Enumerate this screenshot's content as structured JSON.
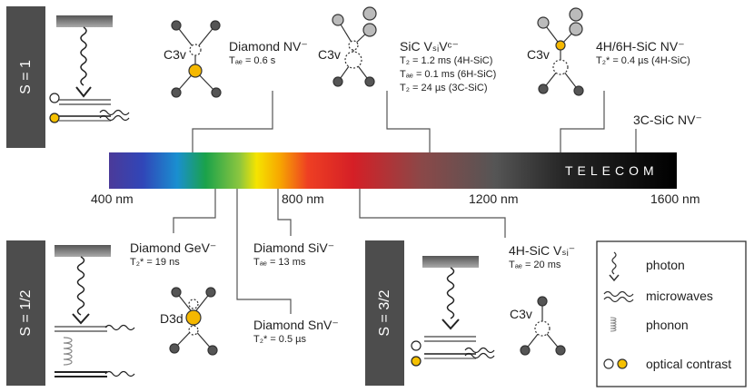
{
  "spin_labels": [
    "S = 1",
    "S = 1/2",
    "S = 3/2"
  ],
  "spectrum": {
    "telecom": "TELECOM",
    "ticks": [
      "400 nm",
      "800 nm",
      "1200 nm",
      "1600 nm"
    ]
  },
  "defects": {
    "diamond_nv": {
      "name": "Diamond NV⁻",
      "lines": [
        "Tₐₑ = 0.6 s"
      ]
    },
    "sic_vsivc": {
      "name": "SiC VₛᵢVᶜ⁻",
      "lines": [
        "T₂ = 1.2 ms (4H-SiC)",
        "Tₐₑ = 0.1 ms (6H-SiC)",
        "T₂ = 24 µs (3C-SiC)"
      ]
    },
    "sic_4h6h_nv": {
      "name": "4H/6H-SiC NV⁻",
      "lines": [
        "T₂* = 0.4 µs (4H-SiC)"
      ]
    },
    "sic_3c_nv": {
      "name": "3C-SiC NV⁻"
    },
    "diamond_gev": {
      "name": "Diamond GeV⁻",
      "lines": [
        "T₂* = 19 ns"
      ]
    },
    "diamond_siv": {
      "name": "Diamond SiV⁻",
      "lines": [
        "Tₐₑ = 13 ms"
      ]
    },
    "diamond_snv": {
      "name": "Diamond SnV⁻",
      "lines": [
        "T₂* = 0.5 µs"
      ]
    },
    "sic_4h_vsi": {
      "name": "4H-SiC Vₛᵢ⁻",
      "lines": [
        "Tₐₑ = 20 ms"
      ]
    }
  },
  "symmetry": {
    "c3v": "C3v",
    "d3d": "D3d"
  },
  "legend": [
    "photon",
    "microwaves",
    "phonon",
    "optical contrast"
  ]
}
